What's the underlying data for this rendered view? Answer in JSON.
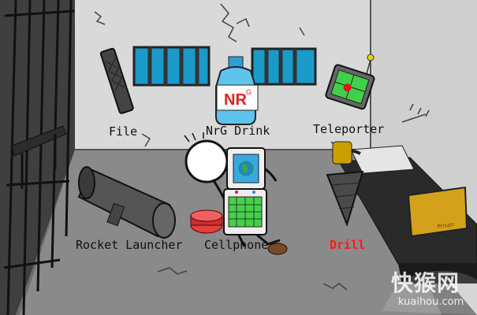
{
  "game": {
    "items": [
      {
        "id": "file",
        "label": "File"
      },
      {
        "id": "nrg-drink",
        "label": "NrG Drink",
        "bottle_text": "NR",
        "bottle_sup": "G"
      },
      {
        "id": "teleporter",
        "label": "Teleporter"
      },
      {
        "id": "rocket-launcher",
        "label": "Rocket Launcher"
      },
      {
        "id": "cellphone",
        "label": "Cellphone"
      },
      {
        "id": "drill",
        "label": "Drill",
        "selected": true
      }
    ],
    "cake_sign_text": "Prison",
    "selected_color": "#ff1a1a"
  },
  "watermark": {
    "chinese": "快猴网",
    "site": "kuaihou.com"
  }
}
